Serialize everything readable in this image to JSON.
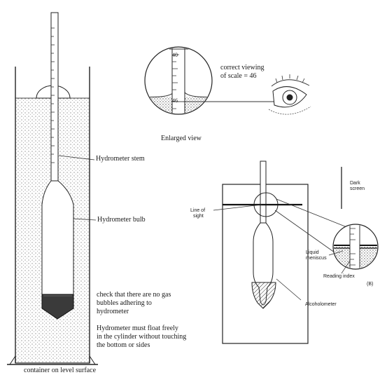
{
  "labels": {
    "correct_viewing_line1": "correct viewing",
    "correct_viewing_line2": "of scale = 46",
    "enlarged_view": "Enlarged view",
    "hydrometer_stem": "Hydrometer stem",
    "hydrometer_bulb": "Hydrometer bulb",
    "check_line1": "check that there are no gas",
    "check_line2": "bubbles adhering to",
    "check_line3": "hydrometer",
    "float_line1": "Hydrometer must float freely",
    "float_line2": "in the cylinder without touching",
    "float_line3": "the bottom or sides",
    "container": "container on level surface",
    "dark_screen_line1": "Dark",
    "dark_screen_line2": "screen",
    "line_of_sight_line1": "Line of",
    "line_of_sight_line2": "sight",
    "liquid_meniscus_line1": "Liquid",
    "liquid_meniscus_line2": "meniscus",
    "reading_index": "Reading index",
    "alcoholometer": "Alcoholometer",
    "figure_ref": "(B)"
  },
  "scale": {
    "upper": "40",
    "lower": "46"
  }
}
